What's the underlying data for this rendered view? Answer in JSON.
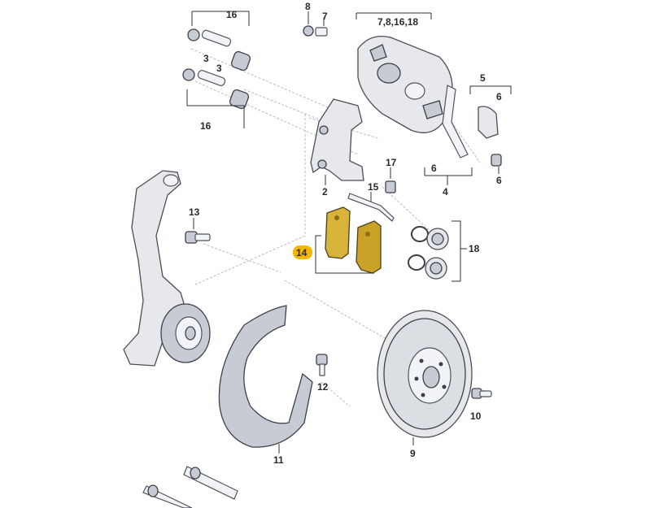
{
  "labels": {
    "l16a": "16",
    "l3a": "3",
    "l3b": "3",
    "l16b": "16",
    "l8": "8",
    "l7": "7",
    "l7816": "7,8,16,18",
    "l5": "5",
    "l6a": "6",
    "l6b": "6",
    "l6c": "6",
    "l4": "4",
    "l2": "2",
    "l17": "17",
    "l15": "15",
    "l13": "13",
    "l14": "14",
    "l18": "18",
    "l12": "12",
    "l10": "10",
    "l9": "9",
    "l11": "11"
  },
  "colors": {
    "highlight": "#f2b800",
    "pad_fill": "#c9a227",
    "line": "#333333"
  }
}
